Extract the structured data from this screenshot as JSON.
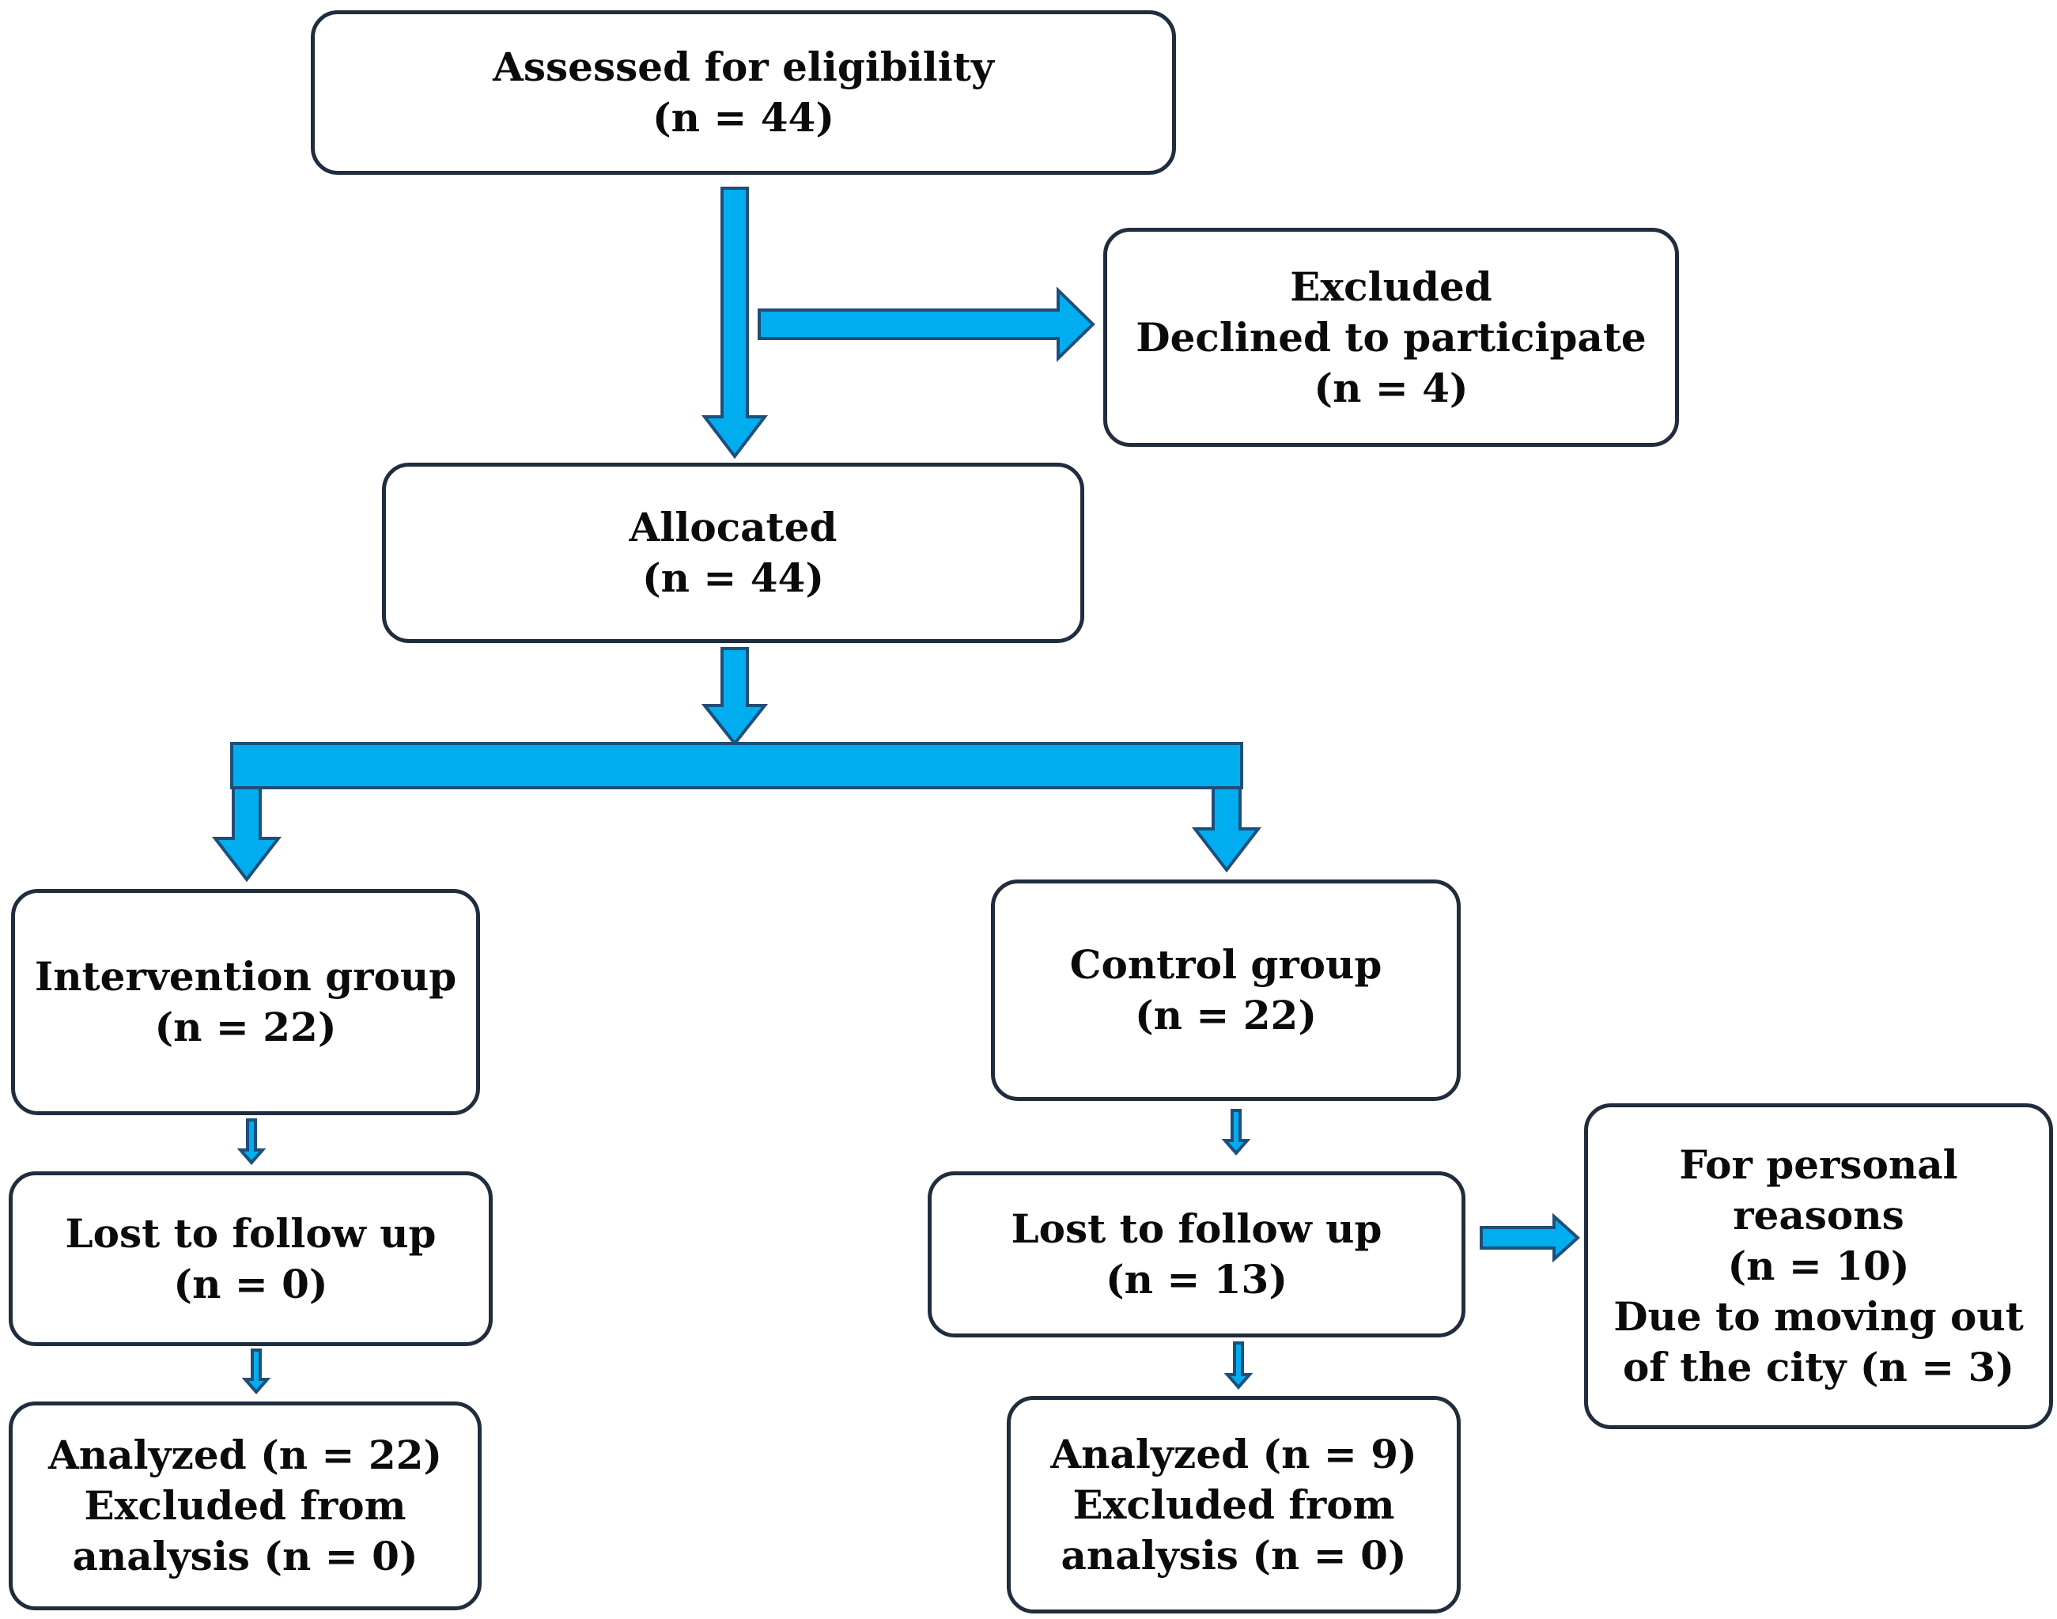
{
  "colors": {
    "arrow_fill": "#00AEEF",
    "arrow_stroke": "#1F4E79",
    "box_border": "#1F2D3D",
    "text": "#0B0B0B"
  },
  "nodes": {
    "assessed": {
      "lines": [
        "Assessed for eligibility",
        "(n = 44)"
      ]
    },
    "excluded": {
      "lines": [
        "Excluded",
        "Declined to participate",
        "(n = 4)"
      ]
    },
    "allocated": {
      "lines": [
        "Allocated",
        "(n = 44)"
      ]
    },
    "intervention": {
      "lines": [
        "Intervention group",
        "(n = 22)"
      ]
    },
    "control": {
      "lines": [
        "Control group",
        "(n = 22)"
      ]
    },
    "lost_intervention": {
      "lines": [
        "Lost to follow up",
        "(n = 0)"
      ]
    },
    "lost_control": {
      "lines": [
        "Lost to follow up",
        "(n = 13)"
      ]
    },
    "reasons": {
      "lines": [
        "For personal",
        "reasons",
        "(n = 10)",
        "Due to moving out",
        "of the city (n = 3)"
      ]
    },
    "analyzed_intervention": {
      "lines": [
        "Analyzed (n = 22)",
        "Excluded from",
        "analysis (n = 0)"
      ]
    },
    "analyzed_control": {
      "lines": [
        "Analyzed (n = 9)",
        "Excluded from",
        "analysis (n = 0)"
      ]
    }
  },
  "edges": [
    {
      "from": "assessed",
      "to": "allocated"
    },
    {
      "from": "assessed",
      "to": "excluded"
    },
    {
      "from": "allocated",
      "to": "intervention"
    },
    {
      "from": "allocated",
      "to": "control"
    },
    {
      "from": "intervention",
      "to": "lost_intervention"
    },
    {
      "from": "lost_intervention",
      "to": "analyzed_intervention"
    },
    {
      "from": "control",
      "to": "lost_control"
    },
    {
      "from": "lost_control",
      "to": "reasons"
    },
    {
      "from": "lost_control",
      "to": "analyzed_control"
    }
  ]
}
